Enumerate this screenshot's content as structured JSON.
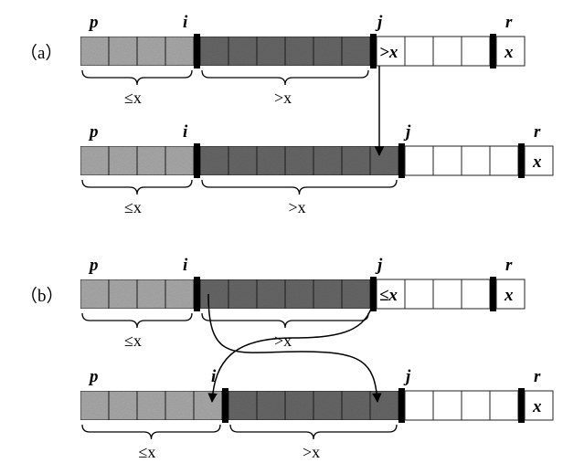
{
  "panels": [
    {
      "label": "（a）",
      "rows": [
        {
          "markers": {
            "p": "p",
            "i": "i",
            "j": "j",
            "r": "r"
          },
          "light_cells": 4,
          "dark_cells": 6,
          "white_cells": 4,
          "current_cell": ">x",
          "pivot_cell": "x",
          "brace_le": "≤x",
          "brace_gt": ">x"
        },
        {
          "markers": {
            "p": "p",
            "i": "i",
            "j": "j",
            "r": "r"
          },
          "light_cells": 4,
          "dark_cells": 7,
          "white_cells": 4,
          "current_cell": "",
          "pivot_cell": "x",
          "brace_le": "≤x",
          "brace_gt": ">x"
        }
      ]
    },
    {
      "label": "（b）",
      "rows": [
        {
          "markers": {
            "p": "p",
            "i": "i",
            "j": "j",
            "r": "r"
          },
          "light_cells": 4,
          "dark_cells": 6,
          "white_cells": 4,
          "current_cell": "≤x",
          "pivot_cell": "x",
          "brace_le": "≤x",
          "brace_gt": ">x"
        },
        {
          "markers": {
            "p": "p",
            "i": "i",
            "j": "j",
            "r": "r"
          },
          "light_cells": 5,
          "dark_cells": 6,
          "white_cells": 4,
          "current_cell": "",
          "pivot_cell": "x",
          "brace_le": "≤x",
          "brace_gt": ">x"
        }
      ]
    }
  ],
  "colors": {
    "light_gray": "#b4b4b4",
    "dark_gray": "#6e6e6e",
    "separator": "#000000",
    "white": "#ffffff"
  }
}
